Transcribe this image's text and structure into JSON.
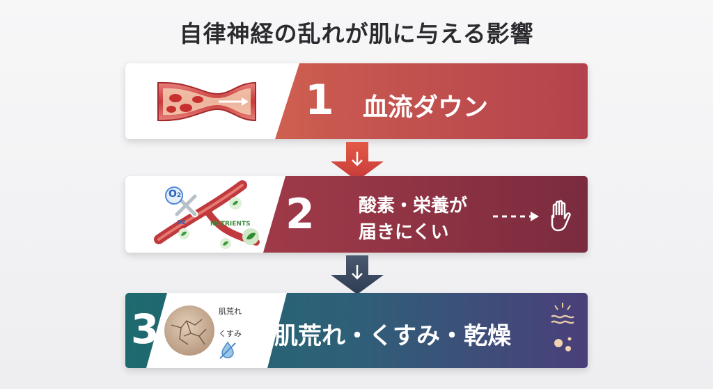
{
  "title": "自律神経の乱れが肌に与える影響",
  "steps": [
    {
      "number": "1",
      "label": "血流ダウン"
    },
    {
      "number": "2",
      "label_line1": "酸素・栄養が",
      "label_line2": "届きにくい",
      "o2_large": "O",
      "o2_sub": "2",
      "o2_small": "O2",
      "nutrients": "NUTRIENTS"
    },
    {
      "number": "3",
      "label": "肌荒れ・くすみ・乾燥",
      "tag1": "肌荒れ",
      "tag2": "くすみ"
    }
  ],
  "colors": {
    "step1_start": "#e07050",
    "step1_end": "#b4424d",
    "step2_start": "#a83e48",
    "step2_end": "#7a2b3e",
    "step3_start": "#1f6b6f",
    "step3_end": "#4a3f7a",
    "arrow1": "#d94a3e",
    "arrow2": "#3e4e66"
  }
}
